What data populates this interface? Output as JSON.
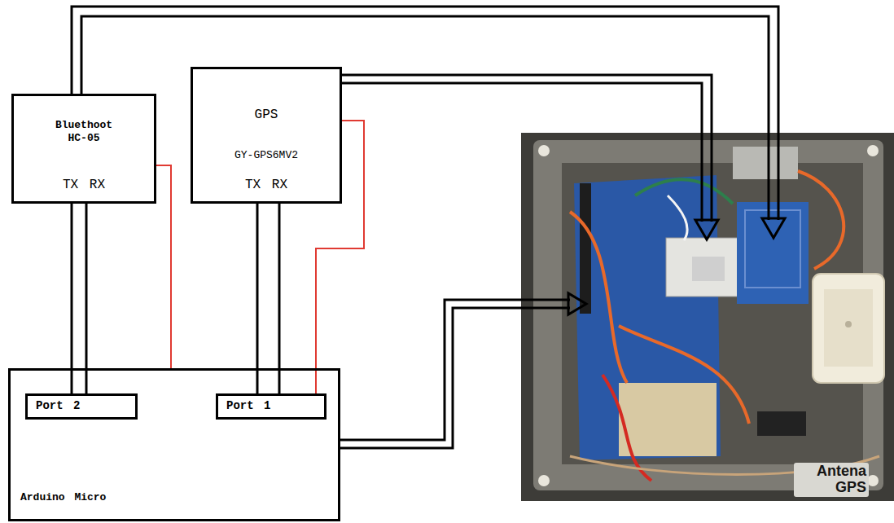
{
  "diagram": {
    "nodes": [
      {
        "text": [
          "Bluethoot HC-05",
          "TX RX"
        ]
      },
      {
        "text": [
          "GPS",
          "GY-GPS6MV2",
          "TX RX"
        ]
      },
      {
        "text": [
          "Arduino Micro"
        ]
      },
      {
        "text": [
          "Port 2"
        ],
        "in": 2
      },
      {
        "text": [
          "Port 1"
        ],
        "in": 2
      }
    ],
    "edges": [
      {
        "from": 0,
        "to": 3,
        "arrow": "none"
      },
      {
        "from": 1,
        "to": 4,
        "arrow": "none"
      },
      {
        "from": 0,
        "to": 2,
        "arrow": "none"
      },
      {
        "from": 1,
        "to": 4,
        "arrow": "none"
      }
    ],
    "labels": [
      "Antena GPS"
    ]
  }
}
